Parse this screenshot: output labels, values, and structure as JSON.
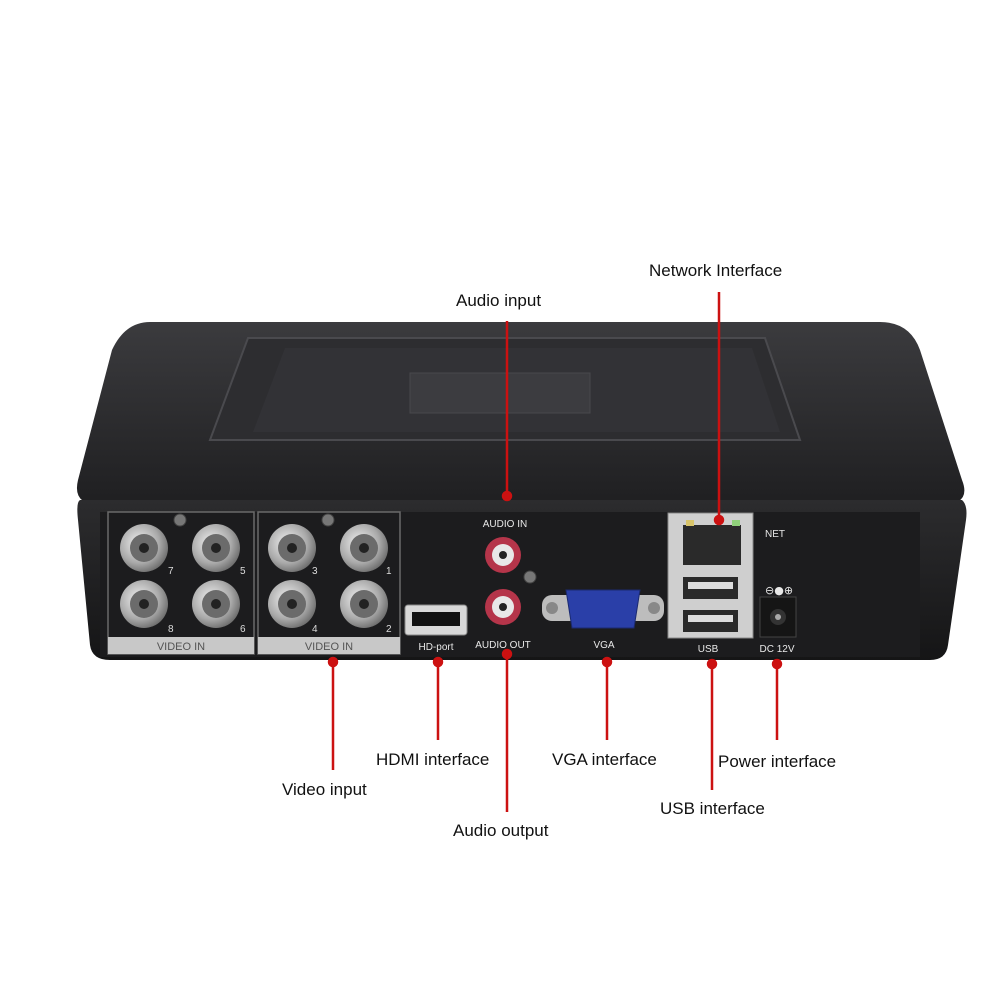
{
  "device": {
    "panel_labels": {
      "video_in_left": "VIDEO IN",
      "video_in_right": "VIDEO IN",
      "audio_in": "AUDIO IN",
      "audio_out": "AUDIO OUT",
      "hd_port": "HD-port",
      "vga": "VGA",
      "usb": "USB",
      "net": "NET",
      "dc": "DC 12V"
    },
    "bnc_numbers": [
      "7",
      "5",
      "8",
      "6",
      "3",
      "1",
      "4",
      "2"
    ]
  },
  "callouts": {
    "network_interface": "Network Interface",
    "audio_input": "Audio input",
    "hdmi_interface": "HDMI interface",
    "vga_interface": "VGA interface",
    "power_interface": "Power interface",
    "video_input": "Video input",
    "usb_interface": "USB interface",
    "audio_output": "Audio output"
  },
  "colors": {
    "callout_line": "#cc1111",
    "chassis": "#2a2a2c",
    "panel_text": "#e8e8e8"
  }
}
